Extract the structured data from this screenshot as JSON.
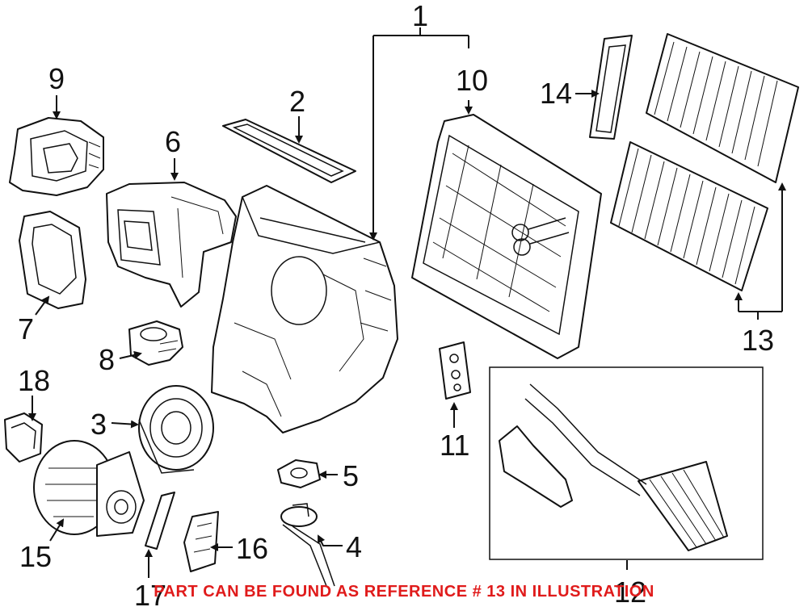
{
  "diagram": {
    "callouts": [
      {
        "id": "1",
        "label": "1"
      },
      {
        "id": "2",
        "label": "2"
      },
      {
        "id": "3",
        "label": "3"
      },
      {
        "id": "4",
        "label": "4"
      },
      {
        "id": "5",
        "label": "5"
      },
      {
        "id": "6",
        "label": "6"
      },
      {
        "id": "7",
        "label": "7"
      },
      {
        "id": "8",
        "label": "8"
      },
      {
        "id": "9",
        "label": "9"
      },
      {
        "id": "10",
        "label": "10"
      },
      {
        "id": "11",
        "label": "11"
      },
      {
        "id": "12",
        "label": "12"
      },
      {
        "id": "13",
        "label": "13"
      },
      {
        "id": "14",
        "label": "14"
      },
      {
        "id": "15",
        "label": "15"
      },
      {
        "id": "16",
        "label": "16"
      },
      {
        "id": "17",
        "label": "17"
      },
      {
        "id": "18",
        "label": "18"
      }
    ],
    "footer_note": "PART CAN BE FOUND AS REFERENCE # 13 IN ILLUSTRATION",
    "colors": {
      "line": "#111111",
      "background": "#ffffff",
      "note": "#e01b1b"
    }
  }
}
